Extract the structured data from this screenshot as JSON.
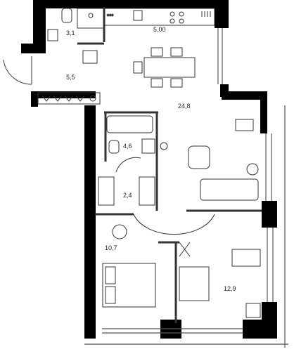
{
  "plan": {
    "rooms": [
      {
        "id": "bathroom",
        "area": "3,1"
      },
      {
        "id": "kitchen",
        "area": "5,00"
      },
      {
        "id": "hallway",
        "area": "5,5"
      },
      {
        "id": "living-room",
        "area": "24,8"
      },
      {
        "id": "toilet",
        "area": "4,6"
      },
      {
        "id": "corridor",
        "area": "2,4"
      },
      {
        "id": "bedroom-left",
        "area": "10,7"
      },
      {
        "id": "bedroom-right",
        "area": "12,9"
      }
    ],
    "colors": {
      "wall": "#000000",
      "line": "#333333",
      "fixture": "#999999",
      "window": "#555555"
    }
  }
}
